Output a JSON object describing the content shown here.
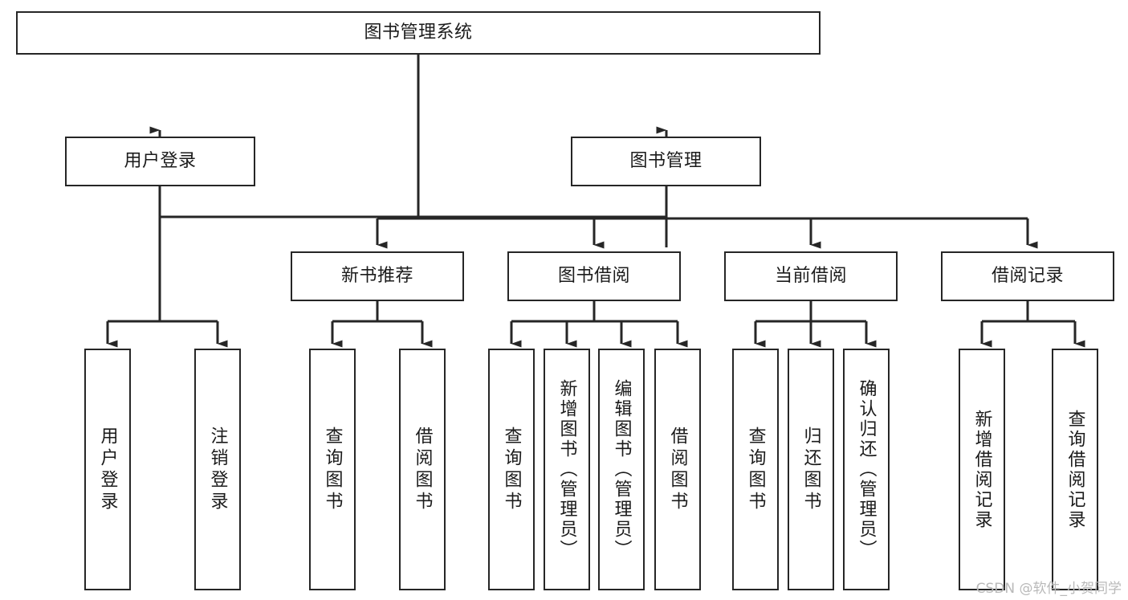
{
  "diagram": {
    "title": "图书管理系统",
    "type": "hierarchy-tree",
    "root": {
      "label": "图书管理系统"
    },
    "level1": [
      {
        "label": "用户登录"
      },
      {
        "label": "图书管理"
      }
    ],
    "level2": [
      {
        "label": "新书推荐"
      },
      {
        "label": "图书借阅"
      },
      {
        "label": "当前借阅"
      },
      {
        "label": "借阅记录"
      }
    ],
    "leaves": {
      "user_login": [
        {
          "label": "用户登录"
        },
        {
          "label": "注销登录"
        }
      ],
      "new_book_recommend": [
        {
          "label": "查询图书"
        },
        {
          "label": "借阅图书"
        }
      ],
      "book_borrow": [
        {
          "label": "查询图书"
        },
        {
          "label": "新增图书（管理员）"
        },
        {
          "label": "编辑图书（管理员）"
        },
        {
          "label": "借阅图书"
        }
      ],
      "current_borrow": [
        {
          "label": "查询图书"
        },
        {
          "label": "归还图书"
        },
        {
          "label": "确认归还（管理员）"
        }
      ],
      "borrow_record": [
        {
          "label": "新增借阅记录"
        },
        {
          "label": "查询借阅记录"
        }
      ]
    }
  },
  "watermark": {
    "text": "CSDN @软件_小贺同学"
  },
  "colors": {
    "box_border": "#262626",
    "box_fill": "#ffffff",
    "line": "#262626",
    "text": "#1b1b1b",
    "watermark": "#b9b9b9"
  }
}
